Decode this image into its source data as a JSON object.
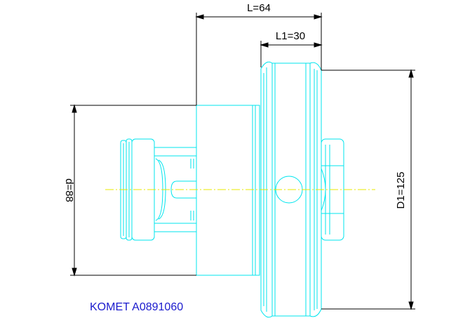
{
  "dimensions": {
    "L": "L=64",
    "L1": "L1=30",
    "d": "d=88",
    "D1": "D1=125"
  },
  "caption": "KOMET A0891060",
  "colors": {
    "part_outline": "#00e5ee",
    "dimension_lines": "#000000",
    "center_line": "#e8e800",
    "caption": "#1a1acd"
  }
}
